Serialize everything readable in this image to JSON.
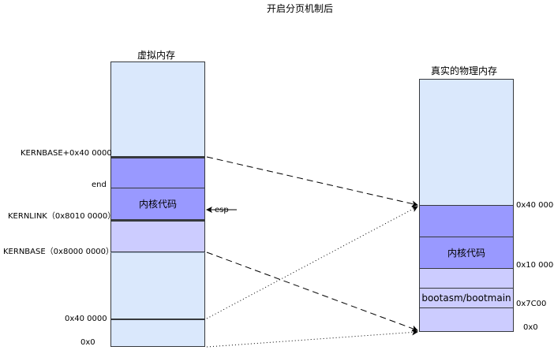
{
  "title": "开启分页机制后",
  "virtual": {
    "title": "虚拟内存",
    "labels": {
      "kernbase_plus": "KERNBASE+0x40 0000",
      "end": "end",
      "kernlink": "KERNLINK（0x8010 0000）",
      "kernbase": "KERNBASE（0x8000 0000）",
      "addr_0x400000": "0x40 0000",
      "addr_0": "0x0"
    },
    "kernel_code": "内核代码",
    "esp": "esp"
  },
  "physical": {
    "title": "真实的物理内存",
    "kernel_code": "内核代码",
    "boot": "bootasm/bootmain",
    "labels": {
      "addr_0x400000": "0x40 0000",
      "addr_0x100000": "0x10 0000",
      "addr_0x7c00": "0x7C00",
      "addr_0": "0x0"
    }
  },
  "colors": {
    "light_blue": "#dae8fc",
    "kernel_blue": "#9999ff",
    "lavender": "#ccccff",
    "border": "#36393d"
  }
}
